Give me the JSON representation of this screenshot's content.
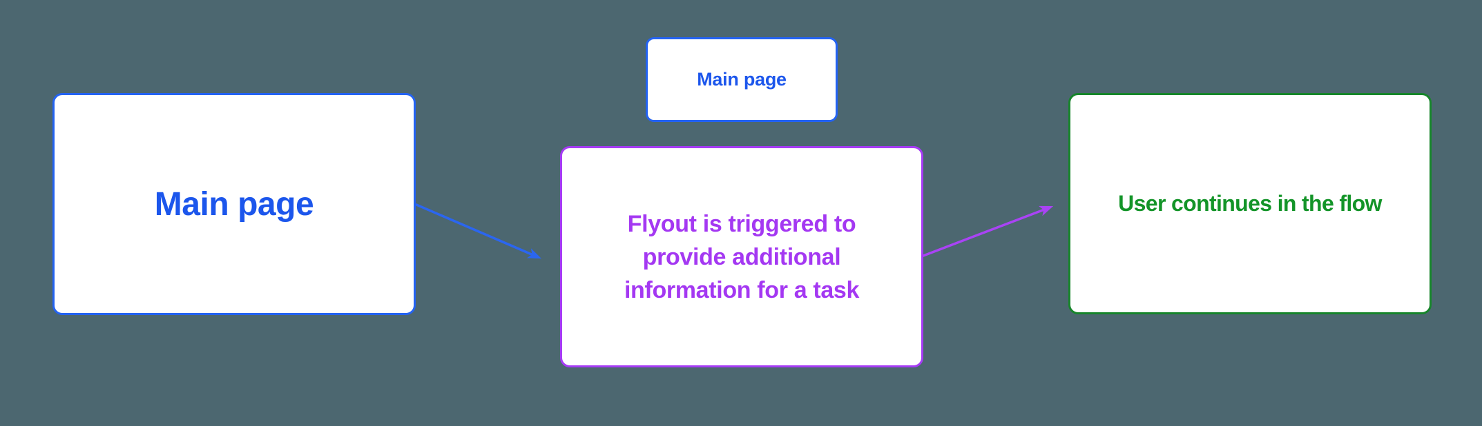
{
  "diagram": {
    "background_color": "#4C6770",
    "node_background_color": "#FFFFFF",
    "nodes": {
      "main_page": {
        "label": "Main page",
        "text_color": "#1C56EC",
        "border_color": "#2463F2"
      },
      "main_page_small": {
        "label": "Main page",
        "text_color": "#1C56EC",
        "border_color": "#2463F2"
      },
      "flyout": {
        "label": "Flyout is triggered to provide additional information for a task",
        "lines": [
          "Flyout is triggered to",
          "provide additional",
          "information for a task"
        ],
        "text_color": "#A438F2",
        "border_color": "#A63BF5"
      },
      "user_continues": {
        "label": "User continues in the flow",
        "text_color": "#139428",
        "border_color": "#17852B"
      }
    },
    "arrows": {
      "main_to_flyout": {
        "color": "#2B66F0"
      },
      "flyout_to_continue": {
        "color": "#A943F5"
      }
    }
  }
}
